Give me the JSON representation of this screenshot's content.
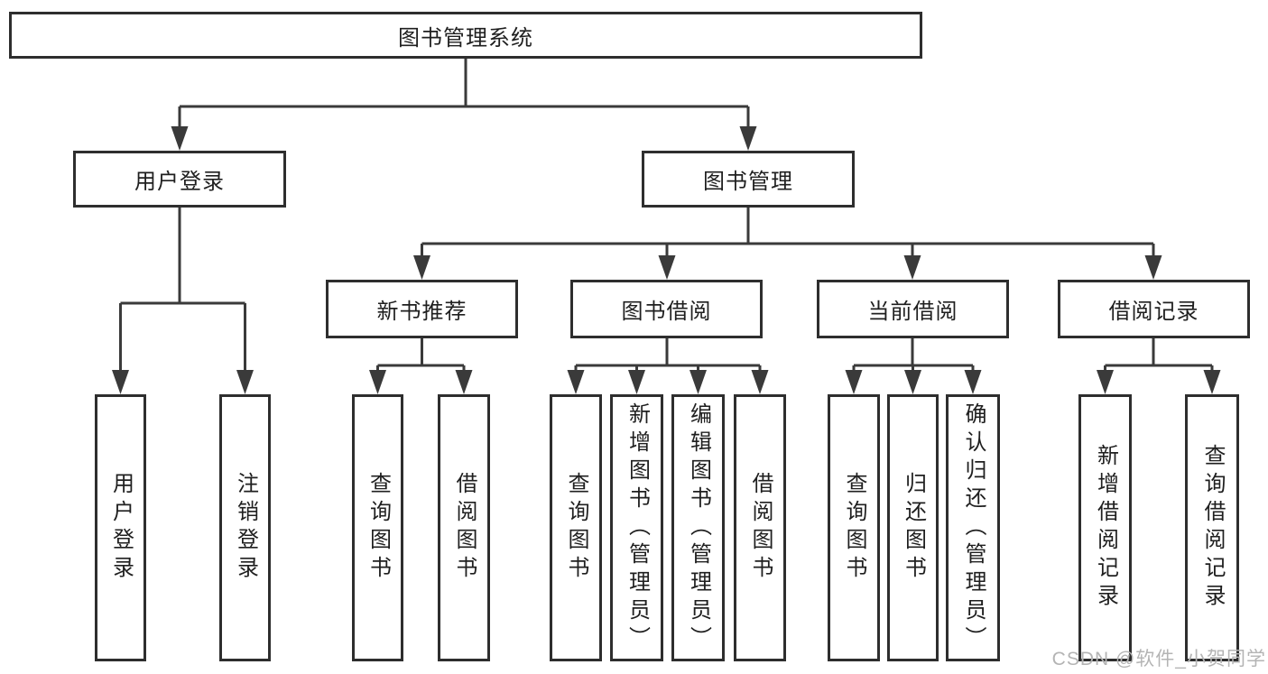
{
  "title": "图书管理系统",
  "watermark": "CSDN @软件_小贺同学",
  "colors": {
    "background": "#ffffff",
    "box_fill": "#ffffff",
    "box_border": "#2e2e2e",
    "line": "#3a3a3a",
    "text": "#1f1f1f",
    "watermark": "#b4b4b4"
  },
  "tree": {
    "label": "图书管理系统",
    "children": [
      {
        "label": "用户登录",
        "children": [
          {
            "label": "用户登录"
          },
          {
            "label": "注销登录"
          }
        ]
      },
      {
        "label": "图书管理",
        "children": [
          {
            "label": "新书推荐",
            "children": [
              {
                "label": "查询图书"
              },
              {
                "label": "借阅图书"
              }
            ]
          },
          {
            "label": "图书借阅",
            "children": [
              {
                "label": "查询图书"
              },
              {
                "label": "新增图书（管理员）"
              },
              {
                "label": "编辑图书（管理员）"
              },
              {
                "label": "借阅图书"
              }
            ]
          },
          {
            "label": "当前借阅",
            "children": [
              {
                "label": "查询图书"
              },
              {
                "label": "归还图书"
              },
              {
                "label": "确认归还（管理员）"
              }
            ]
          },
          {
            "label": "借阅记录",
            "children": [
              {
                "label": "新增借阅记录"
              },
              {
                "label": "查询借阅记录"
              }
            ]
          }
        ]
      }
    ]
  }
}
